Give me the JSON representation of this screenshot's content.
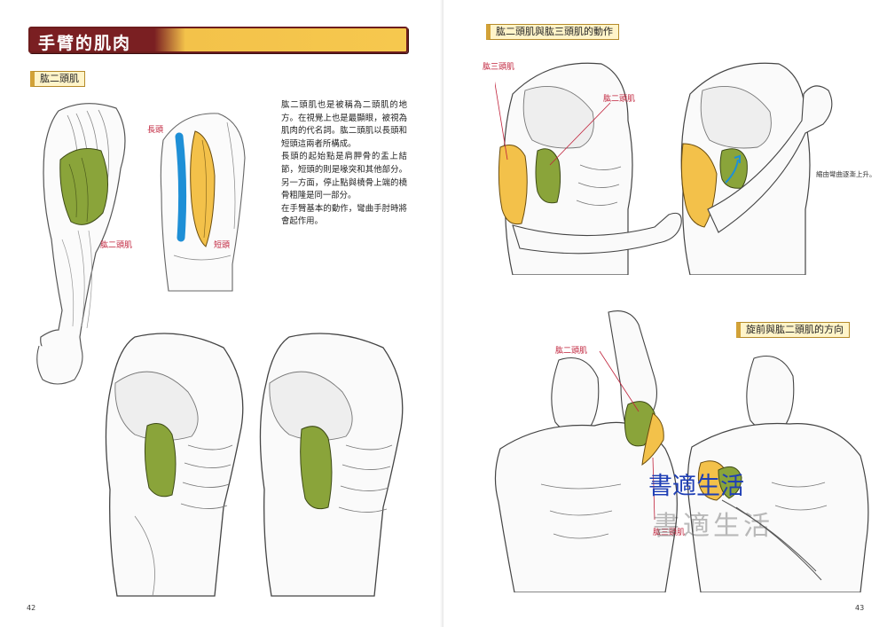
{
  "left": {
    "chapter_title": "手臂的肌肉",
    "section_label": "肱二頭肌",
    "body_paragraphs": [
      "肱二頭肌也是被稱為二頭肌的地方。在視覺上也是最顯眼，被視為肌肉的代名詞。肱二頭肌以長頭和短頭這兩者所構成。",
      "長頭的起始點是肩胛骨的盂上結節，短頭的則是喙突和其他部分。另一方面，停止點與橈骨上端的橈骨粗隆是同一部分。",
      "在手臂基本的動作，彎曲手肘時將會起作用。"
    ],
    "callouts": {
      "long_head": "長頭",
      "short_head": "短頭",
      "biceps": "肱二頭肌"
    },
    "page_number": "42"
  },
  "right": {
    "section_label_top": "肱二頭肌與肱三頭肌的動作",
    "section_label_bottom": "旋前與肱二頭肌的方向",
    "callouts": {
      "triceps_top": "肱三頭肌",
      "biceps_top": "肱二頭肌",
      "biceps_bottom": "肱二頭肌",
      "triceps_bottom": "肱三頭肌"
    },
    "note": "縮由彎曲逐漸上升。",
    "page_number": "43"
  },
  "watermarks": [
    "書適生活",
    "書適生活"
  ],
  "colors": {
    "banner_red": "#7a1f22",
    "banner_yellow": "#f6c84e",
    "biceps_green": "#8aa43a",
    "head_yellow": "#f3c14a",
    "head_blue": "#1e8fd6",
    "callout_red": "#c0223b",
    "watermark_blue": "#1f3fb5"
  }
}
